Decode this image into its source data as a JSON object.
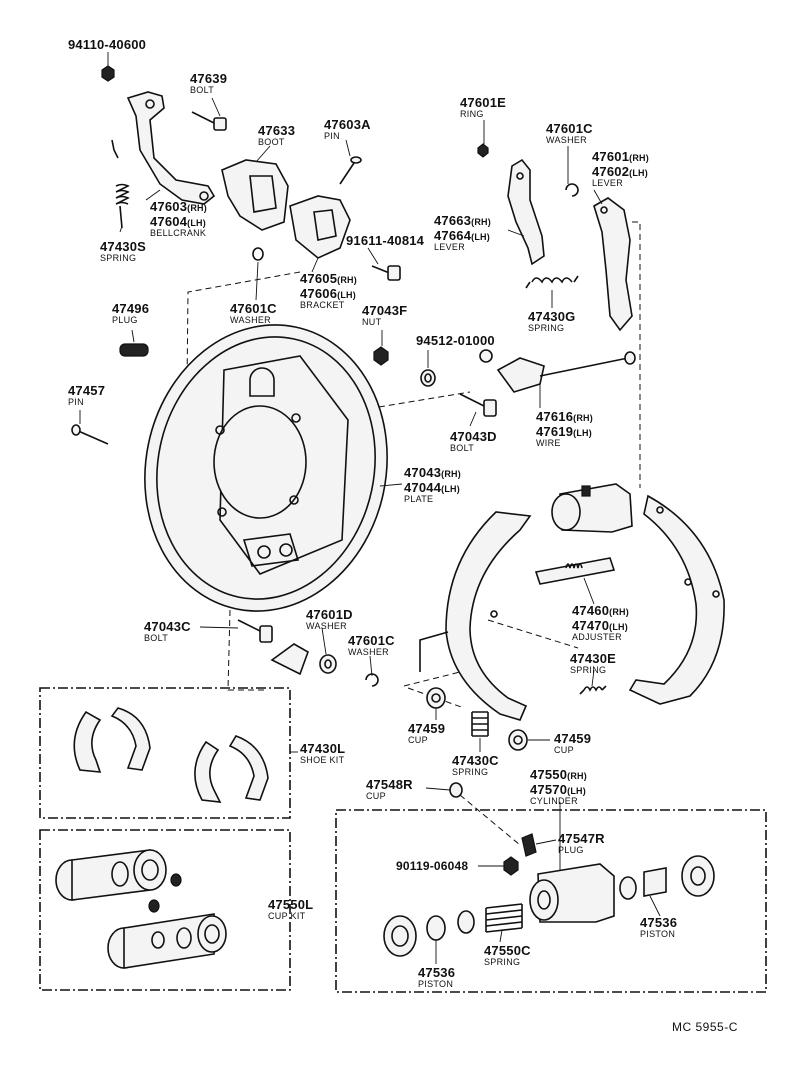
{
  "parts": [
    {
      "id": "p01",
      "pn": "94110-40600",
      "name": ""
    },
    {
      "id": "p02",
      "pn": "47639",
      "name": "BOLT"
    },
    {
      "id": "p03",
      "pn": "47633",
      "name": "BOOT"
    },
    {
      "id": "p04",
      "pn": "47603A",
      "name": "PIN"
    },
    {
      "id": "p05",
      "pn": "47601E",
      "name": "RING"
    },
    {
      "id": "p06",
      "pn": "47601C",
      "name": "WASHER"
    },
    {
      "id": "p07",
      "pn": "47601",
      "sfx": "(RH)",
      "pn2": "47602",
      "sfx2": "(LH)",
      "name": "LEVER"
    },
    {
      "id": "p08",
      "pn": "47603",
      "sfx": "(RH)",
      "pn2": "47604",
      "sfx2": "(LH)",
      "name": "BELLCRANK"
    },
    {
      "id": "p09",
      "pn": "47663",
      "sfx": "(RH)",
      "pn2": "47664",
      "sfx2": "(LH)",
      "name": "LEVER"
    },
    {
      "id": "p10",
      "pn": "47430S",
      "name": "SPRING"
    },
    {
      "id": "p11",
      "pn": "91611-40814",
      "name": ""
    },
    {
      "id": "p12",
      "pn": "47605",
      "sfx": "(RH)",
      "pn2": "47606",
      "sfx2": "(LH)",
      "name": "BRACKET"
    },
    {
      "id": "p13",
      "pn": "47601C",
      "name": "WASHER"
    },
    {
      "id": "p14",
      "pn": "47430G",
      "name": "SPRING"
    },
    {
      "id": "p15",
      "pn": "47496",
      "name": "PLUG"
    },
    {
      "id": "p16",
      "pn": "47043F",
      "name": "NUT"
    },
    {
      "id": "p17",
      "pn": "94512-01000",
      "name": ""
    },
    {
      "id": "p18",
      "pn": "47457",
      "name": "PIN"
    },
    {
      "id": "p19",
      "pn": "47043D",
      "name": "BOLT"
    },
    {
      "id": "p20",
      "pn": "47616",
      "sfx": "(RH)",
      "pn2": "47619",
      "sfx2": "(LH)",
      "name": "WIRE"
    },
    {
      "id": "p21",
      "pn": "47043",
      "sfx": "(RH)",
      "pn2": "47044",
      "sfx2": "(LH)",
      "name": "PLATE"
    },
    {
      "id": "p22",
      "pn": "47460",
      "sfx": "(RH)",
      "pn2": "47470",
      "sfx2": "(LH)",
      "name": "ADJUSTER"
    },
    {
      "id": "p23",
      "pn": "47601D",
      "name": "WASHER"
    },
    {
      "id": "p24",
      "pn": "47043C",
      "name": "BOLT"
    },
    {
      "id": "p25",
      "pn": "47601C",
      "name": "WASHER"
    },
    {
      "id": "p26",
      "pn": "47430E",
      "name": "SPRING"
    },
    {
      "id": "p27",
      "pn": "47459",
      "name": "CUP"
    },
    {
      "id": "p28",
      "pn": "47459",
      "name": "CUP"
    },
    {
      "id": "p29",
      "pn": "47430L",
      "name": "SHOE KIT"
    },
    {
      "id": "p30",
      "pn": "47430C",
      "name": "SPRING"
    },
    {
      "id": "p31",
      "pn": "47548R",
      "name": "CUP"
    },
    {
      "id": "p32",
      "pn": "47550",
      "sfx": "(RH)",
      "pn2": "47570",
      "sfx2": "(LH)",
      "name": "CYLINDER"
    },
    {
      "id": "p33",
      "pn": "47547R",
      "name": "PLUG"
    },
    {
      "id": "p34",
      "pn": "90119-06048",
      "name": ""
    },
    {
      "id": "p35",
      "pn": "47550L",
      "name": "CUP KIT"
    },
    {
      "id": "p36",
      "pn": "47536",
      "name": "PISTON"
    },
    {
      "id": "p37",
      "pn": "47550C",
      "name": "SPRING"
    },
    {
      "id": "p38",
      "pn": "47536",
      "name": "PISTON"
    }
  ],
  "reference": "MC 5955-C"
}
